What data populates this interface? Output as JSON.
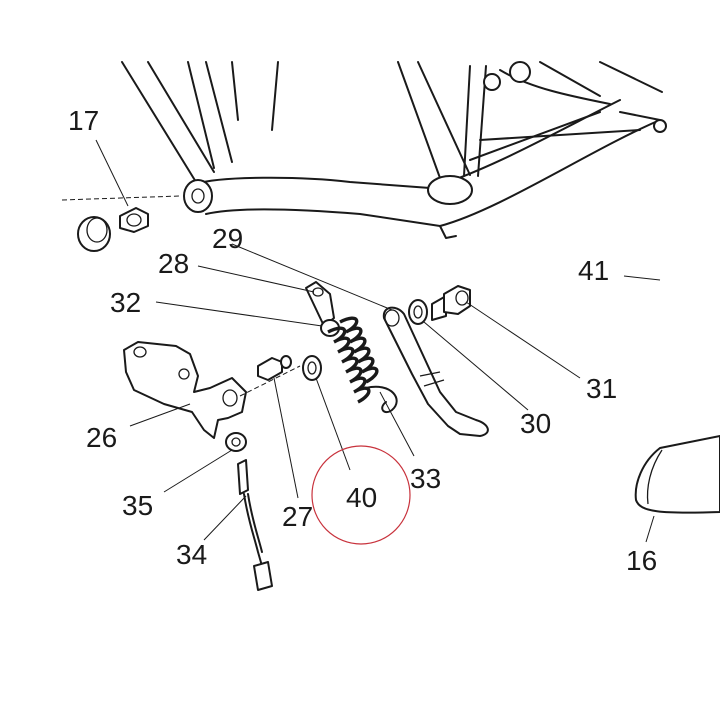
{
  "diagram": {
    "highlight_color": "#c8323c",
    "highlighted_part": "40",
    "callouts": [
      {
        "id": "c17",
        "text": "17"
      },
      {
        "id": "c29",
        "text": "29"
      },
      {
        "id": "c28",
        "text": "28"
      },
      {
        "id": "c32",
        "text": "32"
      },
      {
        "id": "c41",
        "text": "41"
      },
      {
        "id": "c31",
        "text": "31"
      },
      {
        "id": "c30",
        "text": "30"
      },
      {
        "id": "c26",
        "text": "26"
      },
      {
        "id": "c33",
        "text": "33"
      },
      {
        "id": "c40",
        "text": "40"
      },
      {
        "id": "c35",
        "text": "35"
      },
      {
        "id": "c27",
        "text": "27"
      },
      {
        "id": "c34",
        "text": "34"
      },
      {
        "id": "c16",
        "text": "16"
      }
    ]
  }
}
